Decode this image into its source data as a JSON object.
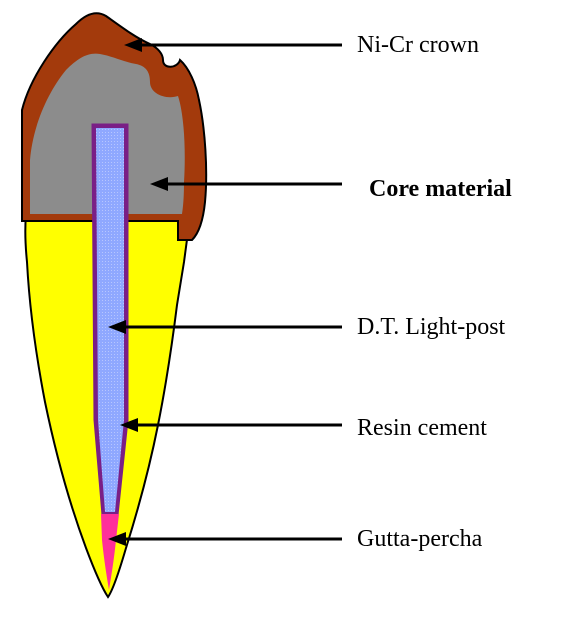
{
  "labels": {
    "crown": "Ni-Cr crown",
    "core": "Core material",
    "post": "D.T. Light-post",
    "cement": "Resin cement",
    "gutta": "Gutta-percha"
  },
  "colors": {
    "crown": "#a33a0c",
    "core": "#8c8c8c",
    "root": "#ffff00",
    "post": "#8fa8ff",
    "cement": "#7a1f86",
    "gutta": "#ff2f9a",
    "outline": "#000000",
    "arrow": "#000000"
  }
}
